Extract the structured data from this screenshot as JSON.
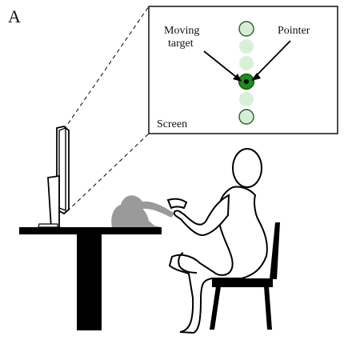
{
  "panel": {
    "letter": "A"
  },
  "zoom_box": {
    "labels": {
      "moving_target_line1": "Moving",
      "moving_target_line2": "target",
      "pointer": "Pointer",
      "screen": "Screen"
    }
  },
  "colors": {
    "target_light": "#d6eed6",
    "target_outline": "#2f5e2f",
    "target_faded": "#c8e9c8",
    "pointer_ring": "#1f8a1f",
    "pointer_center": "#000000",
    "line": "#000000",
    "monkey": "#9a9a9a"
  }
}
